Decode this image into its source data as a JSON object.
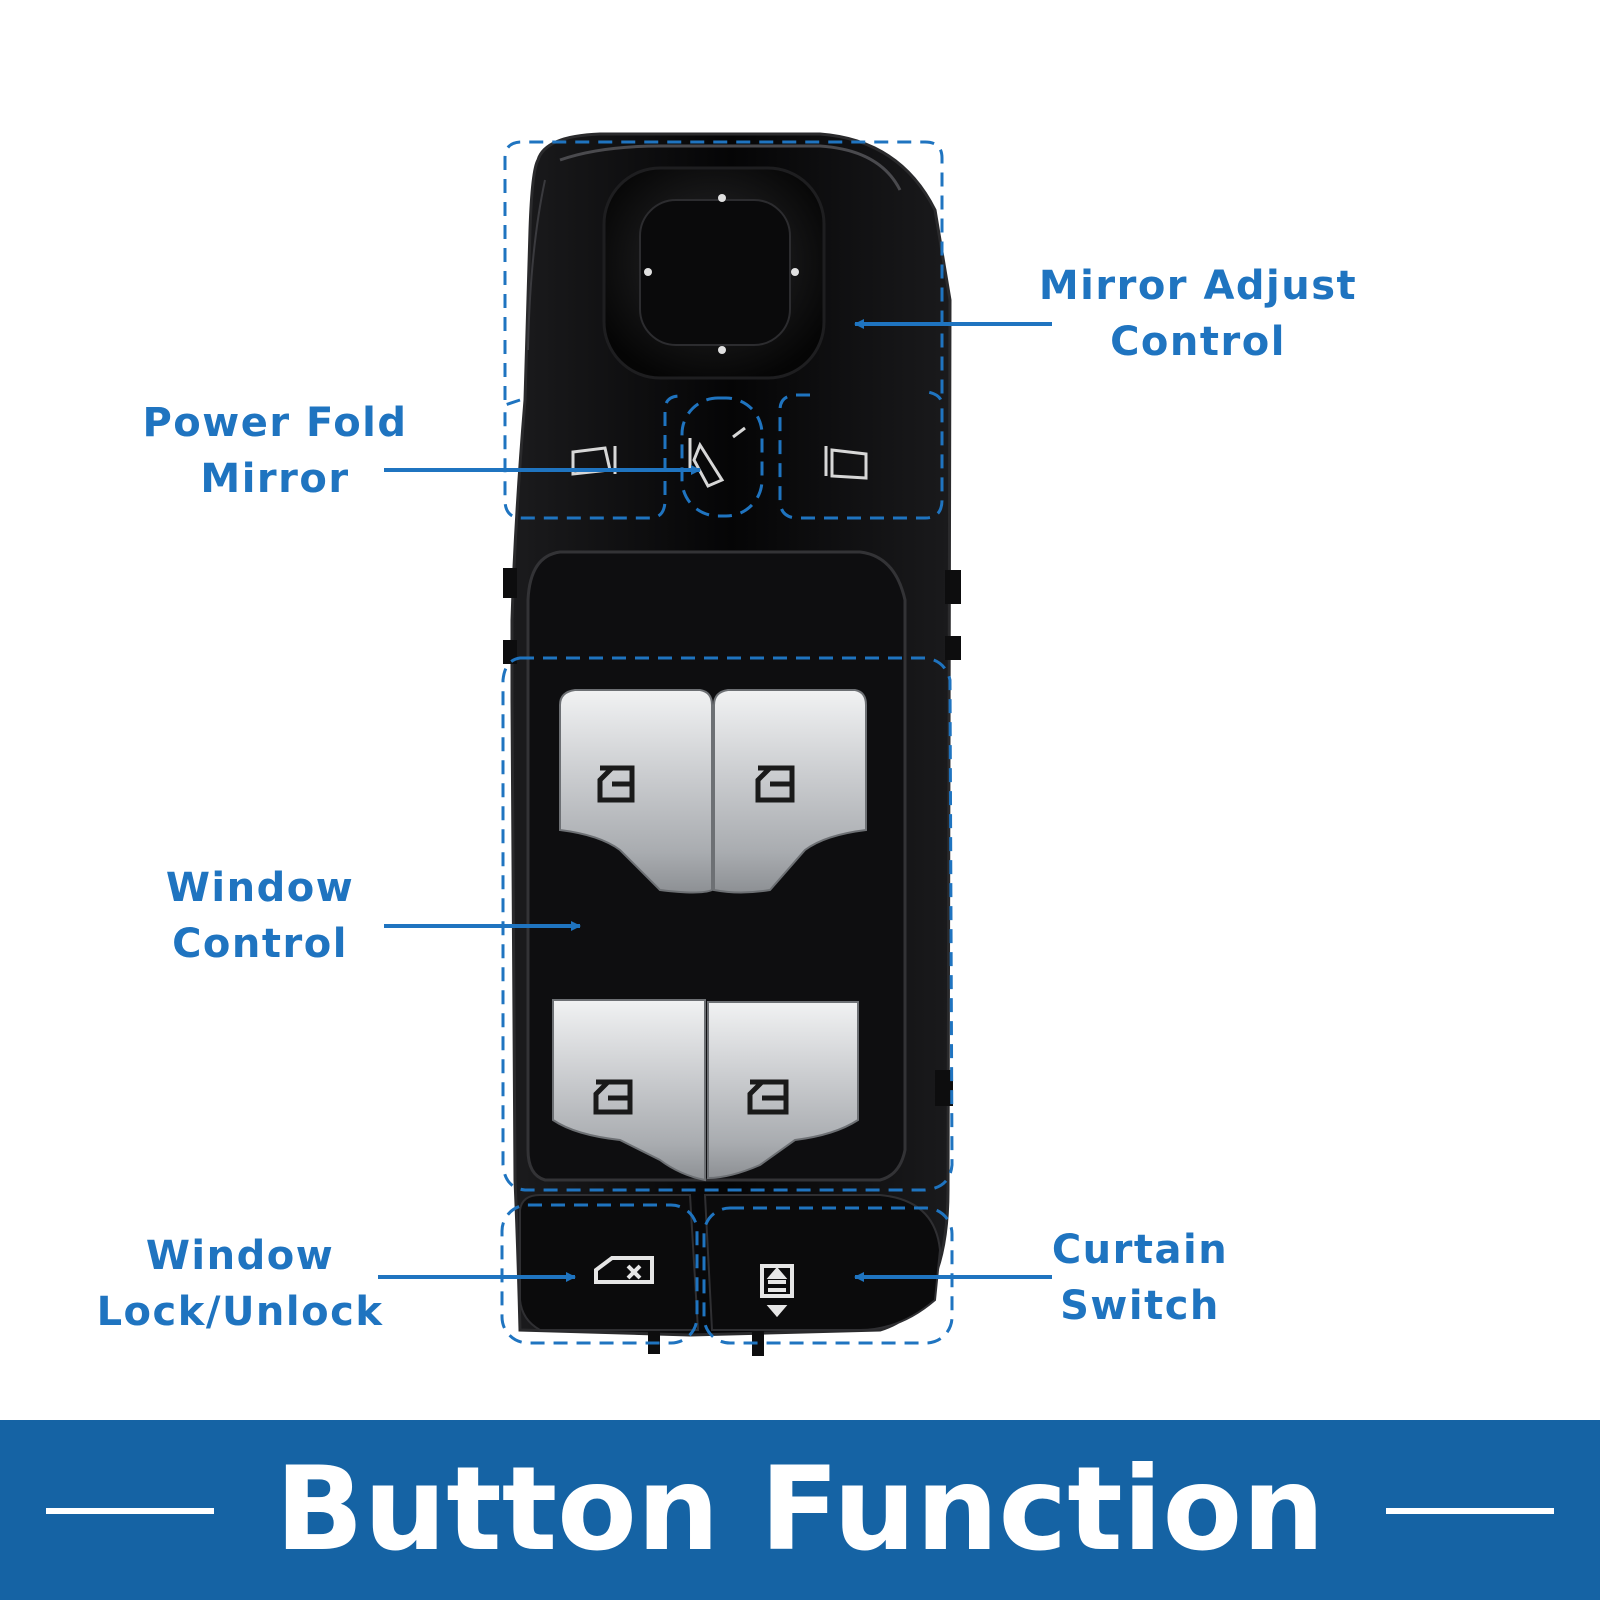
{
  "callouts": {
    "mirror_adjust": {
      "line1": "Mirror Adjust",
      "line2": "Control"
    },
    "power_fold": {
      "line1": "Power Fold",
      "line2": "Mirror"
    },
    "window_control": {
      "line1": "Window",
      "line2": "Control"
    },
    "window_lock": {
      "line1": "Window",
      "line2": "Lock/Unlock"
    },
    "curtain": {
      "line1": "Curtain",
      "line2": "Switch"
    }
  },
  "banner": {
    "title": "Button Function"
  },
  "colors": {
    "accent": "#1f74c0",
    "banner": "#1563a4",
    "panel": "#0b0b0c",
    "chrome": "#c9cbce"
  },
  "icons": [
    "mirror-left-icon",
    "mirror-fold-icon",
    "mirror-right-icon",
    "window-lift-icon",
    "window-lock-icon",
    "curtain-icon"
  ]
}
